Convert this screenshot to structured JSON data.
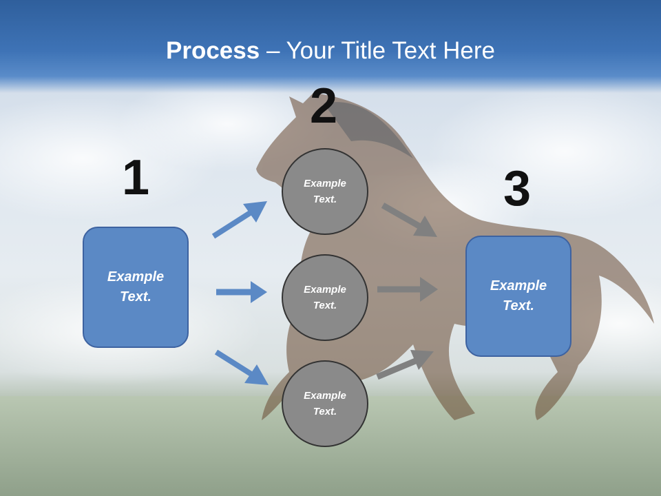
{
  "slide": {
    "title_bold": "Process",
    "title_rest": " – Your Title Text Here"
  },
  "steps": {
    "one": {
      "number": "1",
      "text": "Example Text."
    },
    "two": {
      "number": "2"
    },
    "three": {
      "number": "3",
      "text": "Example Text."
    }
  },
  "circles": [
    {
      "text": "Example Text."
    },
    {
      "text": "Example Text."
    },
    {
      "text": "Example Text."
    }
  ],
  "colors": {
    "box_fill": "#5b89c5",
    "box_border": "#3d62a0",
    "circle_fill": "#8a8a8a",
    "blue_arrow": "#5b89c5",
    "gray_arrow": "#808080",
    "title_band": "#3e73b6"
  },
  "background": {
    "image": "horse-running-in-meadow"
  }
}
